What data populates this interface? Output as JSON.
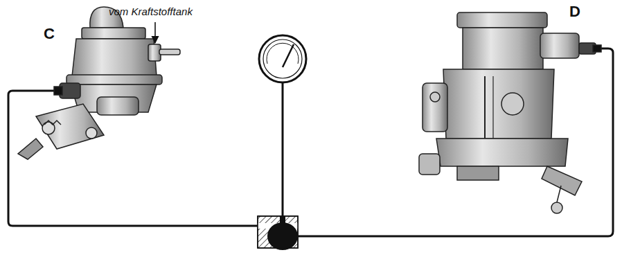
{
  "diagram": {
    "labels": [
      "C",
      "vom Kraftstofftank",
      "D"
    ]
  }
}
